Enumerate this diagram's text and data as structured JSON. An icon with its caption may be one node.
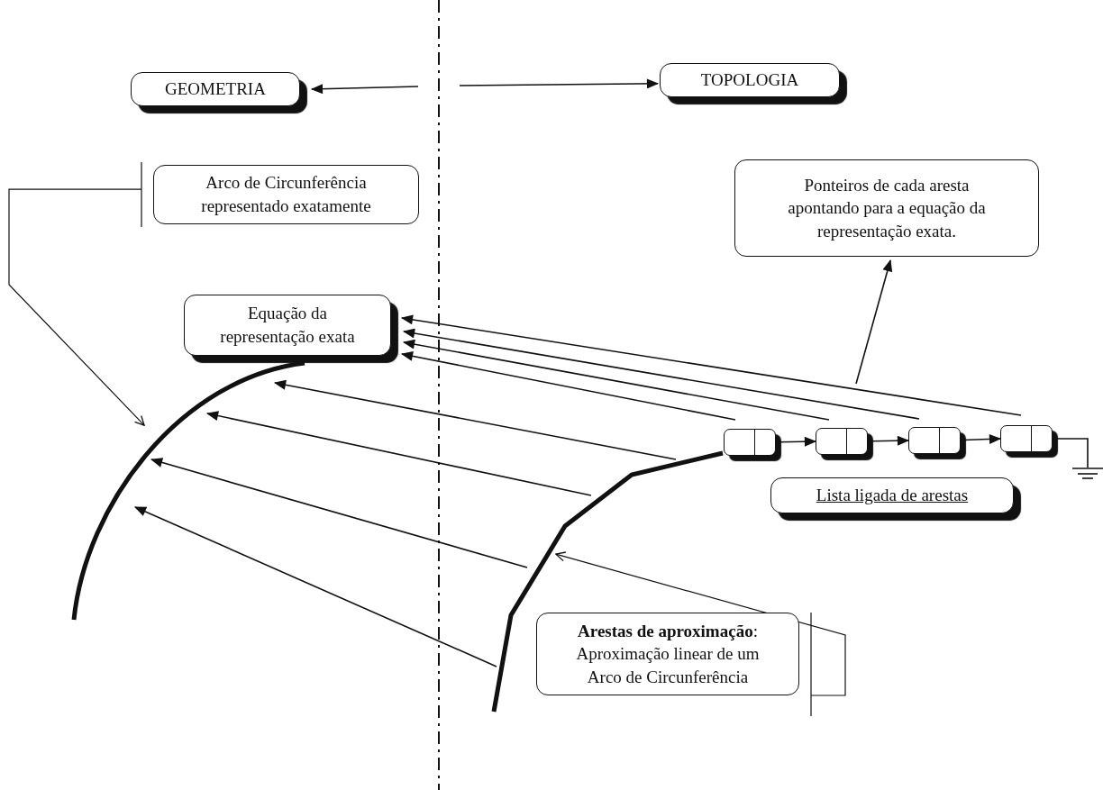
{
  "diagram": {
    "nodes": [
      {
        "text": [
          "GEOMETRIA"
        ]
      },
      {
        "text": [
          "TOPOLOGIA"
        ]
      },
      {
        "text": [
          "Arco de Circunferência representado exatamente"
        ]
      },
      {
        "text": [
          "Ponteiros de cada aresta apontando para a equação da representação exata."
        ]
      },
      {
        "text": [
          "Equação da representação exata"
        ]
      },
      {
        "text": [],
        "shape": "arc"
      },
      {
        "text": [],
        "shape": "polyline"
      },
      {
        "text": [],
        "shape": "box"
      },
      {
        "text": [],
        "shape": "box"
      },
      {
        "text": [],
        "shape": "box"
      },
      {
        "text": [],
        "shape": "box"
      },
      {
        "text": [],
        "shape": "ground"
      },
      {
        "text": [
          "Lista ligada de arestas"
        ]
      },
      {
        "text": [
          "**Arestas de aproximação**: Aproximação linear de um Arco de Circunferência"
        ]
      }
    ],
    "edges": [
      {
        "from": null,
        "to": 0,
        "arrow": "to"
      },
      {
        "from": null,
        "to": 1,
        "arrow": "to"
      },
      {
        "from": 2,
        "to": 5,
        "arrow": "to"
      },
      {
        "from": 13,
        "to": 6,
        "arrow": "to"
      },
      {
        "from": 7,
        "to": 4,
        "arrow": "to"
      },
      {
        "from": 8,
        "to": 4,
        "arrow": "to"
      },
      {
        "from": 9,
        "to": 4,
        "arrow": "to"
      },
      {
        "from": 10,
        "to": 4,
        "arrow": "to"
      },
      {
        "from": 6,
        "to": 5,
        "arrow": "to"
      },
      {
        "from": 6,
        "to": 5,
        "arrow": "to"
      },
      {
        "from": 6,
        "to": 5,
        "arrow": "to"
      },
      {
        "from": 6,
        "to": 5,
        "arrow": "to"
      },
      {
        "from": null,
        "to": 3,
        "arrow": "to"
      },
      {
        "from": 7,
        "to": 8,
        "arrow": "to"
      },
      {
        "from": 8,
        "to": 9,
        "arrow": "to"
      },
      {
        "from": 9,
        "to": 10,
        "arrow": "to"
      },
      {
        "from": 10,
        "to": 11,
        "arrow": "none"
      }
    ]
  }
}
